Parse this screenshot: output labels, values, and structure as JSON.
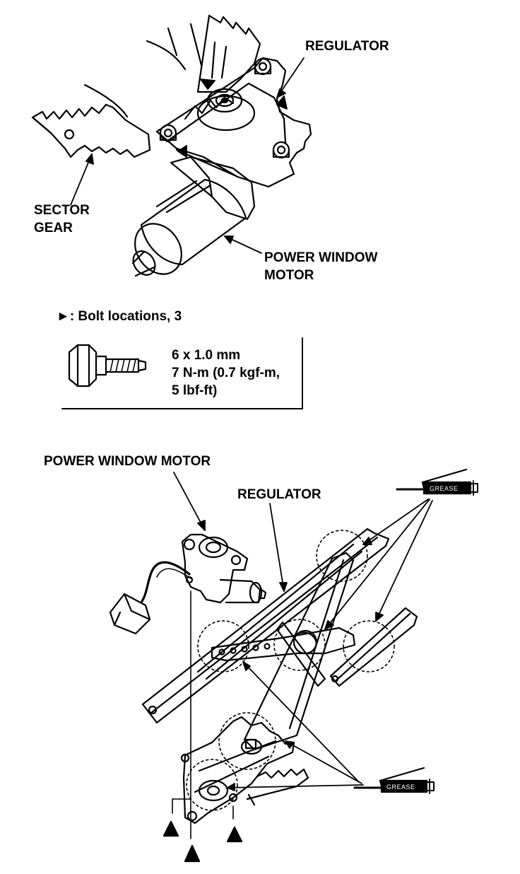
{
  "top_diagram": {
    "regulator_label": "REGULATOR",
    "sector_gear_label_line1": "SECTOR",
    "sector_gear_label_line2": "GEAR",
    "motor_label_line1": "POWER WINDOW",
    "motor_label_line2": "MOTOR"
  },
  "bolt_info": {
    "legend_symbol": "►",
    "legend_text": ": Bolt locations, 3",
    "size": "6 x 1.0 mm",
    "torque_line1": "7 N-m (0.7 kgf-m,",
    "torque_line2": "5 lbf-ft)"
  },
  "bottom_diagram": {
    "motor_label": "POWER WINDOW MOTOR",
    "regulator_label": "REGULATOR",
    "grease_top": "GREASE",
    "grease_bottom": "GREASE"
  }
}
